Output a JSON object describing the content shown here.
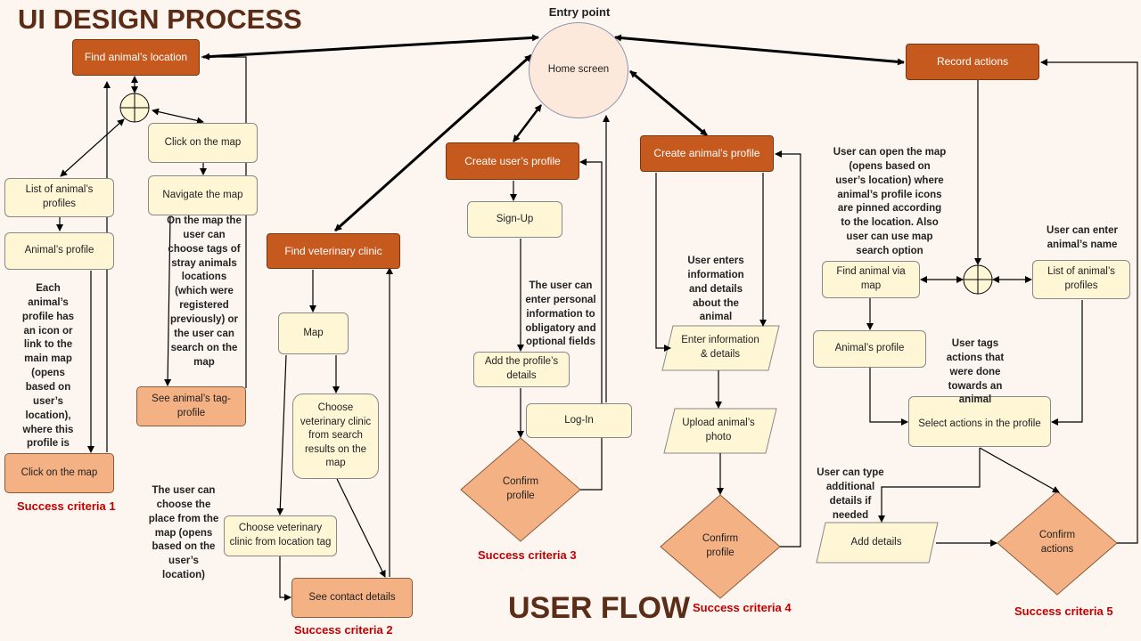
{
  "titles": {
    "main": "UI DESIGN PROCESS",
    "flow": "USER FLOW",
    "entry": "Entry point"
  },
  "home": "Home screen",
  "col1": {
    "find_location": "Find animal’s location",
    "list_profiles": "List of animal’s profiles",
    "animal_profile": "Animal’s profile",
    "click_map_bottom": "Click on the map",
    "click_map": "Click on the map",
    "navigate_map": "Navigate the map",
    "tag_profile": "See animal’s tag-profile",
    "note_profile": "Each animal’s profile has an icon or link to the main map (opens based on user’s location), where this profile is",
    "note_map": "On the map the user can choose tags of stray animals locations (which were registered previously) or the user can search on the map",
    "criteria": "Success criteria 1"
  },
  "col2": {
    "find_vet": "Find veterinary clinic",
    "map": "Map",
    "choose_search": "Choose veterinary clinic from search results on the map",
    "choose_tag": "Choose veterinary clinic from location tag",
    "contact": "See contact details",
    "note": "The user can choose the place from the map (opens based on the user’s location)",
    "criteria": "Success criteria 2"
  },
  "col3": {
    "create_user": "Create user’s profile",
    "signup": "Sign-Up",
    "add_details": "Add the profile’s details",
    "login": "Log-In",
    "confirm": "Confirm profile",
    "note": "The user can enter personal information to obligatory and optional fields",
    "criteria": "Success criteria 3"
  },
  "col4": {
    "create_animal": "Create animal’s profile",
    "enter_info": "Enter information & details",
    "upload": "Upload animal’s photo",
    "confirm": "Confirm profile",
    "note": "User enters information and details about the animal",
    "criteria": "Success criteria 4"
  },
  "col5": {
    "record": "Record actions",
    "find_via_map": "Find animal via map",
    "list_profiles": "List of animal’s profiles",
    "animal_profile": "Animal’s profile",
    "select_actions": "Select actions in the profile",
    "add_details": "Add details",
    "confirm": "Confirm actions",
    "note_map": "User can open the map (opens based on user’s location) where animal’s profile icons are pinned according to the location. Also user can use map search option",
    "note_name": "User can enter animal’s name",
    "note_tags": "User tags actions that were done towards an animal",
    "note_type": "User can type additional details if needed",
    "criteria": "Success criteria 5"
  },
  "colors": {
    "dark_box": "#c65a1e",
    "light_box": "#fff6d6",
    "salmon_box": "#f4b183",
    "diamond": "#f4b183",
    "criteria_text": "#c00000",
    "title_text": "#5b2c16",
    "background": "#fdf6f0"
  }
}
